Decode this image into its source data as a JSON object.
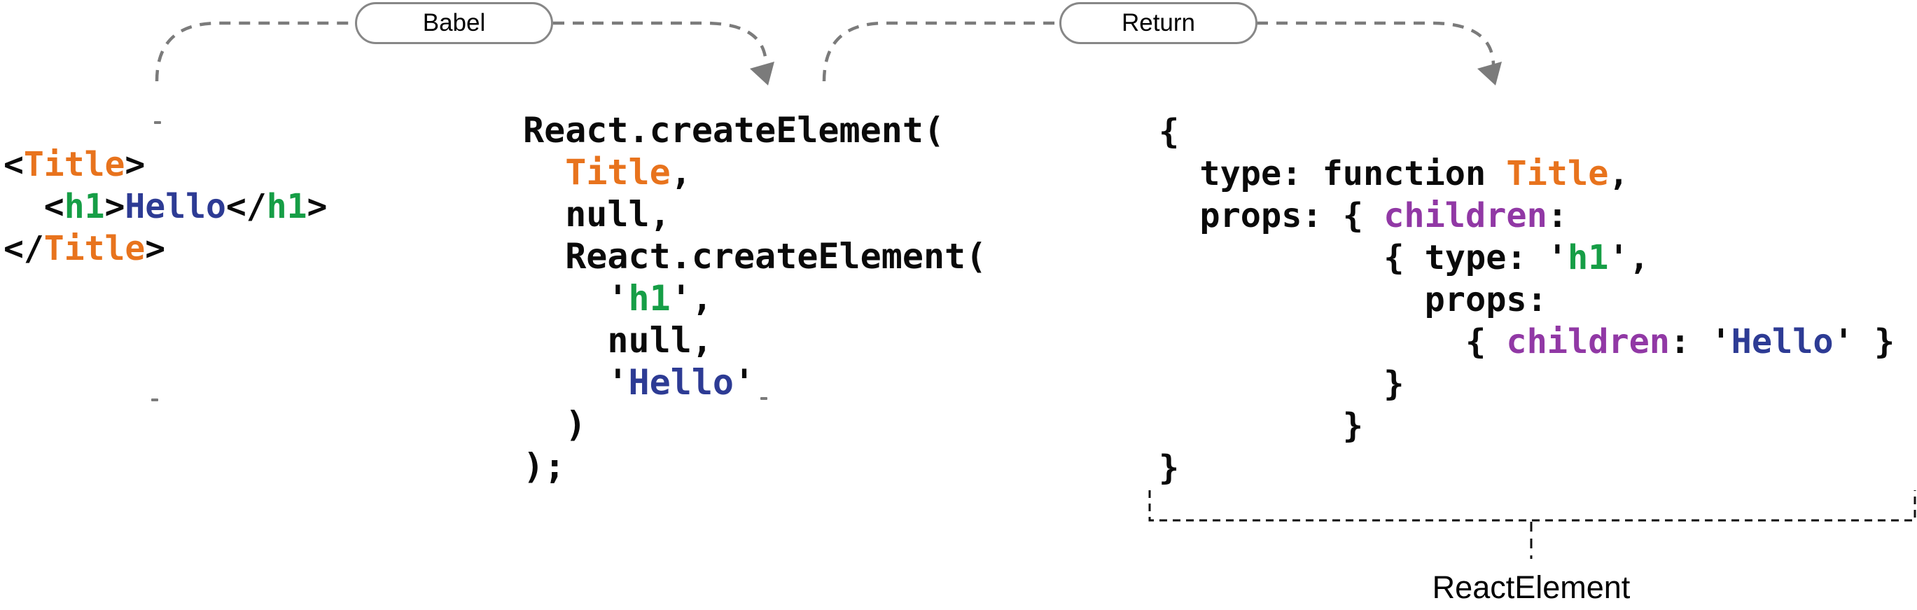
{
  "pills": {
    "babel": "Babel",
    "return": "Return"
  },
  "bracket_label": "ReactElement",
  "colors": {
    "plain": "#0a0a0a",
    "component": "#e8731d",
    "tag": "#169e46",
    "string": "#2d3b94",
    "prop": "#9138a5",
    "arrow": "#7b7b7b",
    "pill-border": "#878787"
  },
  "code": {
    "jsx": {
      "lines": [
        [
          {
            "t": "<",
            "c": "plain"
          },
          {
            "t": "Title",
            "c": "component"
          },
          {
            "t": ">",
            "c": "plain"
          }
        ],
        [
          {
            "t": "  <",
            "c": "plain"
          },
          {
            "t": "h1",
            "c": "tag"
          },
          {
            "t": ">",
            "c": "plain"
          },
          {
            "t": "Hello",
            "c": "string"
          },
          {
            "t": "</",
            "c": "plain"
          },
          {
            "t": "h1",
            "c": "tag"
          },
          {
            "t": ">",
            "c": "plain"
          }
        ],
        [
          {
            "t": "</",
            "c": "plain"
          },
          {
            "t": "Title",
            "c": "component"
          },
          {
            "t": ">",
            "c": "plain"
          }
        ]
      ]
    },
    "create_element": {
      "lines": [
        [
          {
            "t": "React.createElement(",
            "c": "plain"
          }
        ],
        [
          {
            "t": "  ",
            "c": "plain"
          },
          {
            "t": "Title",
            "c": "component"
          },
          {
            "t": ",",
            "c": "plain"
          }
        ],
        [
          {
            "t": "  null,",
            "c": "plain"
          }
        ],
        [
          {
            "t": "  React.createElement(",
            "c": "plain"
          }
        ],
        [
          {
            "t": "    '",
            "c": "plain"
          },
          {
            "t": "h1",
            "c": "tag"
          },
          {
            "t": "',",
            "c": "plain"
          }
        ],
        [
          {
            "t": "    null,",
            "c": "plain"
          }
        ],
        [
          {
            "t": "    '",
            "c": "plain"
          },
          {
            "t": "Hello",
            "c": "string"
          },
          {
            "t": "'",
            "c": "plain"
          }
        ],
        [
          {
            "t": "  )",
            "c": "plain"
          }
        ],
        [
          {
            "t": ");",
            "c": "plain"
          }
        ]
      ]
    },
    "react_element": {
      "lines": [
        [
          {
            "t": "{",
            "c": "plain"
          }
        ],
        [
          {
            "t": "  type: function ",
            "c": "plain"
          },
          {
            "t": "Title",
            "c": "component"
          },
          {
            "t": ",",
            "c": "plain"
          }
        ],
        [
          {
            "t": "  props: { ",
            "c": "plain"
          },
          {
            "t": "children",
            "c": "prop"
          },
          {
            "t": ":",
            "c": "plain"
          }
        ],
        [
          {
            "t": "           { type: '",
            "c": "plain"
          },
          {
            "t": "h1",
            "c": "tag"
          },
          {
            "t": "',",
            "c": "plain"
          }
        ],
        [
          {
            "t": "             props:",
            "c": "plain"
          }
        ],
        [
          {
            "t": "               { ",
            "c": "plain"
          },
          {
            "t": "children",
            "c": "prop"
          },
          {
            "t": ": '",
            "c": "plain"
          },
          {
            "t": "Hello",
            "c": "string"
          },
          {
            "t": "' }",
            "c": "plain"
          }
        ],
        [
          {
            "t": "           }",
            "c": "plain"
          }
        ],
        [
          {
            "t": "         }",
            "c": "plain"
          }
        ],
        [
          {
            "t": "}",
            "c": "plain"
          }
        ]
      ]
    }
  }
}
